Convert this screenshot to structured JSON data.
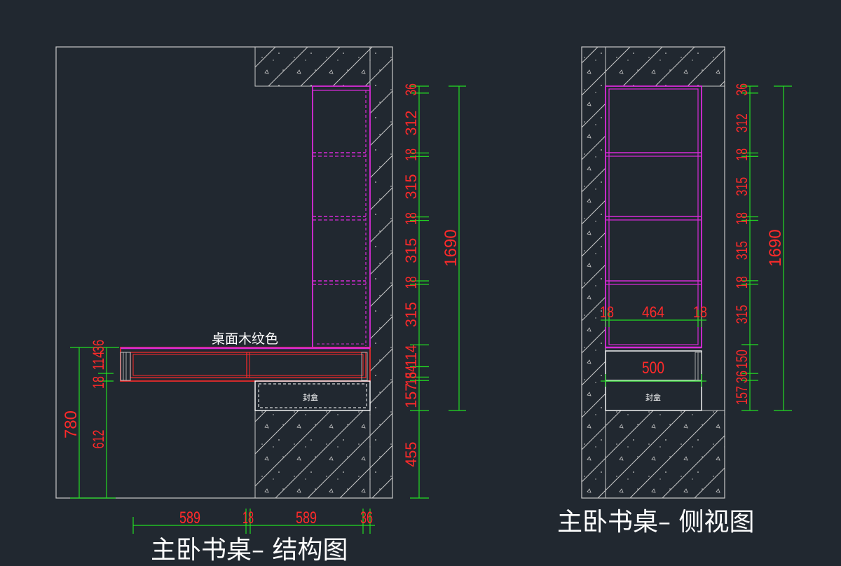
{
  "colors": {
    "background": "#212830",
    "outline": "#c8c8c8",
    "shelf": "#d82ad8",
    "desk": "#ff2a2a",
    "dim_line": "#22dd22",
    "dim_text": "#ff2a2a",
    "text": "#ffffff"
  },
  "front_view": {
    "title": "主卧书桌– 结构图",
    "desk_label": "桌面木纹色",
    "box_label": "封盒",
    "right_dims": [
      "36",
      "312",
      "18",
      "315",
      "18",
      "315",
      "18",
      "315",
      "114",
      "54",
      "18",
      "157",
      "455"
    ],
    "total_dim": "1690",
    "left_dims": [
      "36",
      "114",
      "18",
      "612"
    ],
    "left_total": "780",
    "bottom_dims": [
      "589",
      "18",
      "589",
      "36"
    ]
  },
  "side_view": {
    "title": "主卧书桌– 侧视图",
    "box_label": "封盒",
    "right_dims": [
      "36",
      "312",
      "18",
      "315",
      "18",
      "315",
      "18",
      "315",
      "150",
      "36",
      "157"
    ],
    "total_dim": "1690",
    "width_dims": [
      "18",
      "464",
      "18"
    ],
    "desk_depth": "500"
  }
}
